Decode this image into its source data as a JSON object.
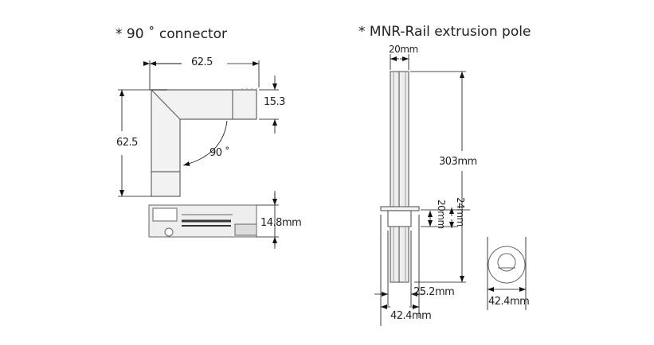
{
  "connector": {
    "title": "* 90 ˚ connector",
    "dim_width": "62.5",
    "dim_height": "62.5",
    "dim_tube": "15.3",
    "dim_angle": "90 ˚",
    "dim_thickness": "14.8mm"
  },
  "pole": {
    "title": "* MNR-Rail extrusion pole",
    "dim_width": "20mm",
    "dim_length": "303mm",
    "dim_collar": "20mm",
    "dim_collar_total": "24mm",
    "dim_inner": "25.2mm",
    "dim_outer": "42.4mm",
    "dim_end_outer": "42.4mm"
  },
  "colors": {
    "line": "#555555",
    "fill": "#e8e8e8"
  }
}
